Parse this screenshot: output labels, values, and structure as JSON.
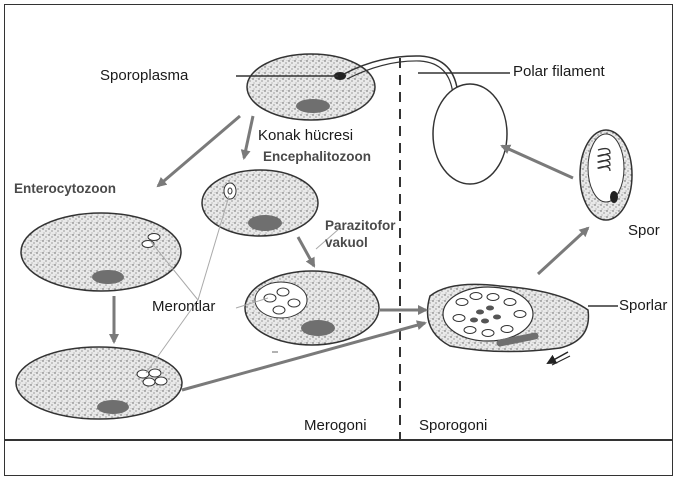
{
  "labels": {
    "sporoplasma": "Sporoplasma",
    "polar_filament": "Polar filament",
    "konak_hucresi": "Konak hücresi",
    "encephalitozoon": "Encephalitozoon",
    "enterocytozoon": "Enterocytozoon",
    "parazitofor_line1": "Parazitofor",
    "parazitofor_line2": "vakuol",
    "merontlar": "Merontlar",
    "spor": "Spor",
    "sporlar": "Sporlar",
    "merogoni": "Merogoni",
    "sporogoni": "Sporogoni"
  },
  "colors": {
    "cell_fill": "#e6e6e6",
    "nucleus": "#6f6f6f",
    "arrow": "#7a7a7a",
    "line": "#333333"
  }
}
